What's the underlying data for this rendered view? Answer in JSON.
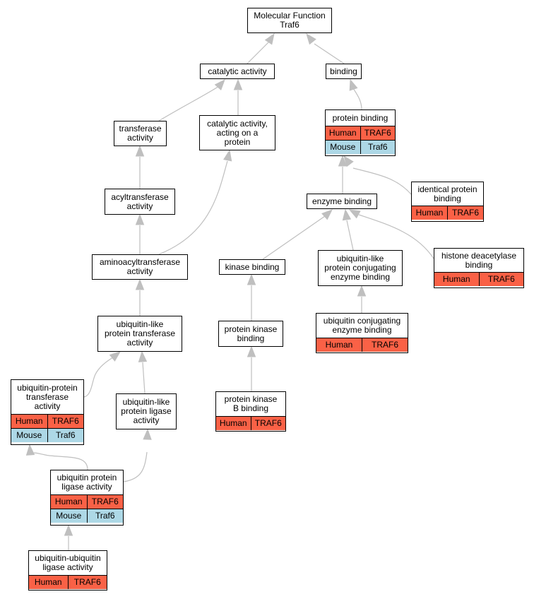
{
  "colors": {
    "human": "#fa6146",
    "mouse": "#add8e6",
    "edge": "#bfbfbf"
  },
  "nodes": {
    "molecular_function": {
      "label": "Molecular Function\nTraf6"
    },
    "catalytic_activity": {
      "label": "catalytic activity"
    },
    "binding": {
      "label": "binding"
    },
    "transferase_activity": {
      "label": "transferase\nactivity"
    },
    "catalytic_on_protein": {
      "label": "catalytic activity,\nacting on a\nprotein"
    },
    "protein_binding": {
      "label": "protein binding",
      "rows": [
        [
          "Human",
          "TRAF6"
        ],
        [
          "Mouse",
          "Traf6"
        ]
      ]
    },
    "identical_protein_binding": {
      "label": "identical protein\nbinding",
      "rows": [
        [
          "Human",
          "TRAF6"
        ]
      ]
    },
    "acyltransferase": {
      "label": "acyltransferase\nactivity"
    },
    "enzyme_binding": {
      "label": "enzyme binding"
    },
    "aminoacyltransferase": {
      "label": "aminoacyltransferase\nactivity"
    },
    "kinase_binding": {
      "label": "kinase binding"
    },
    "ubl_conj_enzyme_binding": {
      "label": "ubiquitin-like\nprotein conjugating\nenzyme binding"
    },
    "histone_deacetylase_binding": {
      "label": "histone deacetylase\nbinding",
      "rows": [
        [
          "Human",
          "TRAF6"
        ]
      ]
    },
    "ubl_transferase": {
      "label": "ubiquitin-like\nprotein transferase\nactivity"
    },
    "protein_kinase_binding": {
      "label": "protein kinase\nbinding"
    },
    "ub_conj_enzyme_binding": {
      "label": "ubiquitin conjugating\nenzyme binding",
      "rows": [
        [
          "Human",
          "TRAF6"
        ]
      ]
    },
    "ub_protein_transferase": {
      "label": "ubiquitin-protein\ntransferase\nactivity",
      "rows": [
        [
          "Human",
          "TRAF6"
        ],
        [
          "Mouse",
          "Traf6"
        ]
      ]
    },
    "ubl_ligase": {
      "label": "ubiquitin-like\nprotein ligase\nactivity"
    },
    "pkb_binding": {
      "label": "protein kinase\nB binding",
      "rows": [
        [
          "Human",
          "TRAF6"
        ]
      ]
    },
    "ub_protein_ligase": {
      "label": "ubiquitin protein\nligase activity",
      "rows": [
        [
          "Human",
          "TRAF6"
        ],
        [
          "Mouse",
          "Traf6"
        ]
      ]
    },
    "ub_ub_ligase": {
      "label": "ubiquitin-ubiquitin\nligase activity",
      "rows": [
        [
          "Human",
          "TRAF6"
        ]
      ]
    }
  }
}
